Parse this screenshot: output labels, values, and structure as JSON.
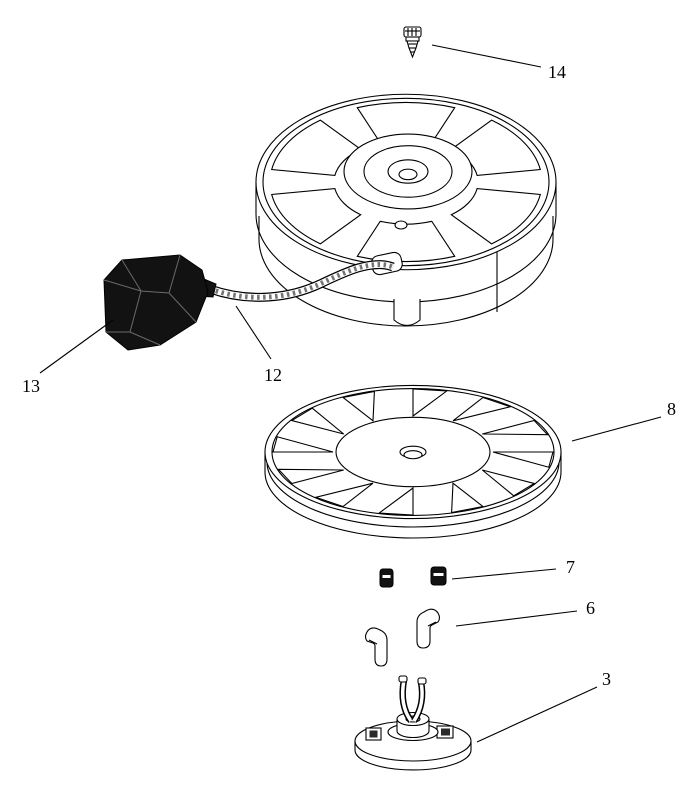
{
  "diagram": {
    "kind": "exploded-parts-diagram",
    "background": "#ffffff",
    "line_color": "#000000",
    "parts": [
      {
        "label": "14"
      },
      {
        "label": "13"
      },
      {
        "label": "12"
      },
      {
        "label": "8"
      },
      {
        "label": "7"
      },
      {
        "label": "6"
      },
      {
        "label": "3"
      }
    ]
  }
}
